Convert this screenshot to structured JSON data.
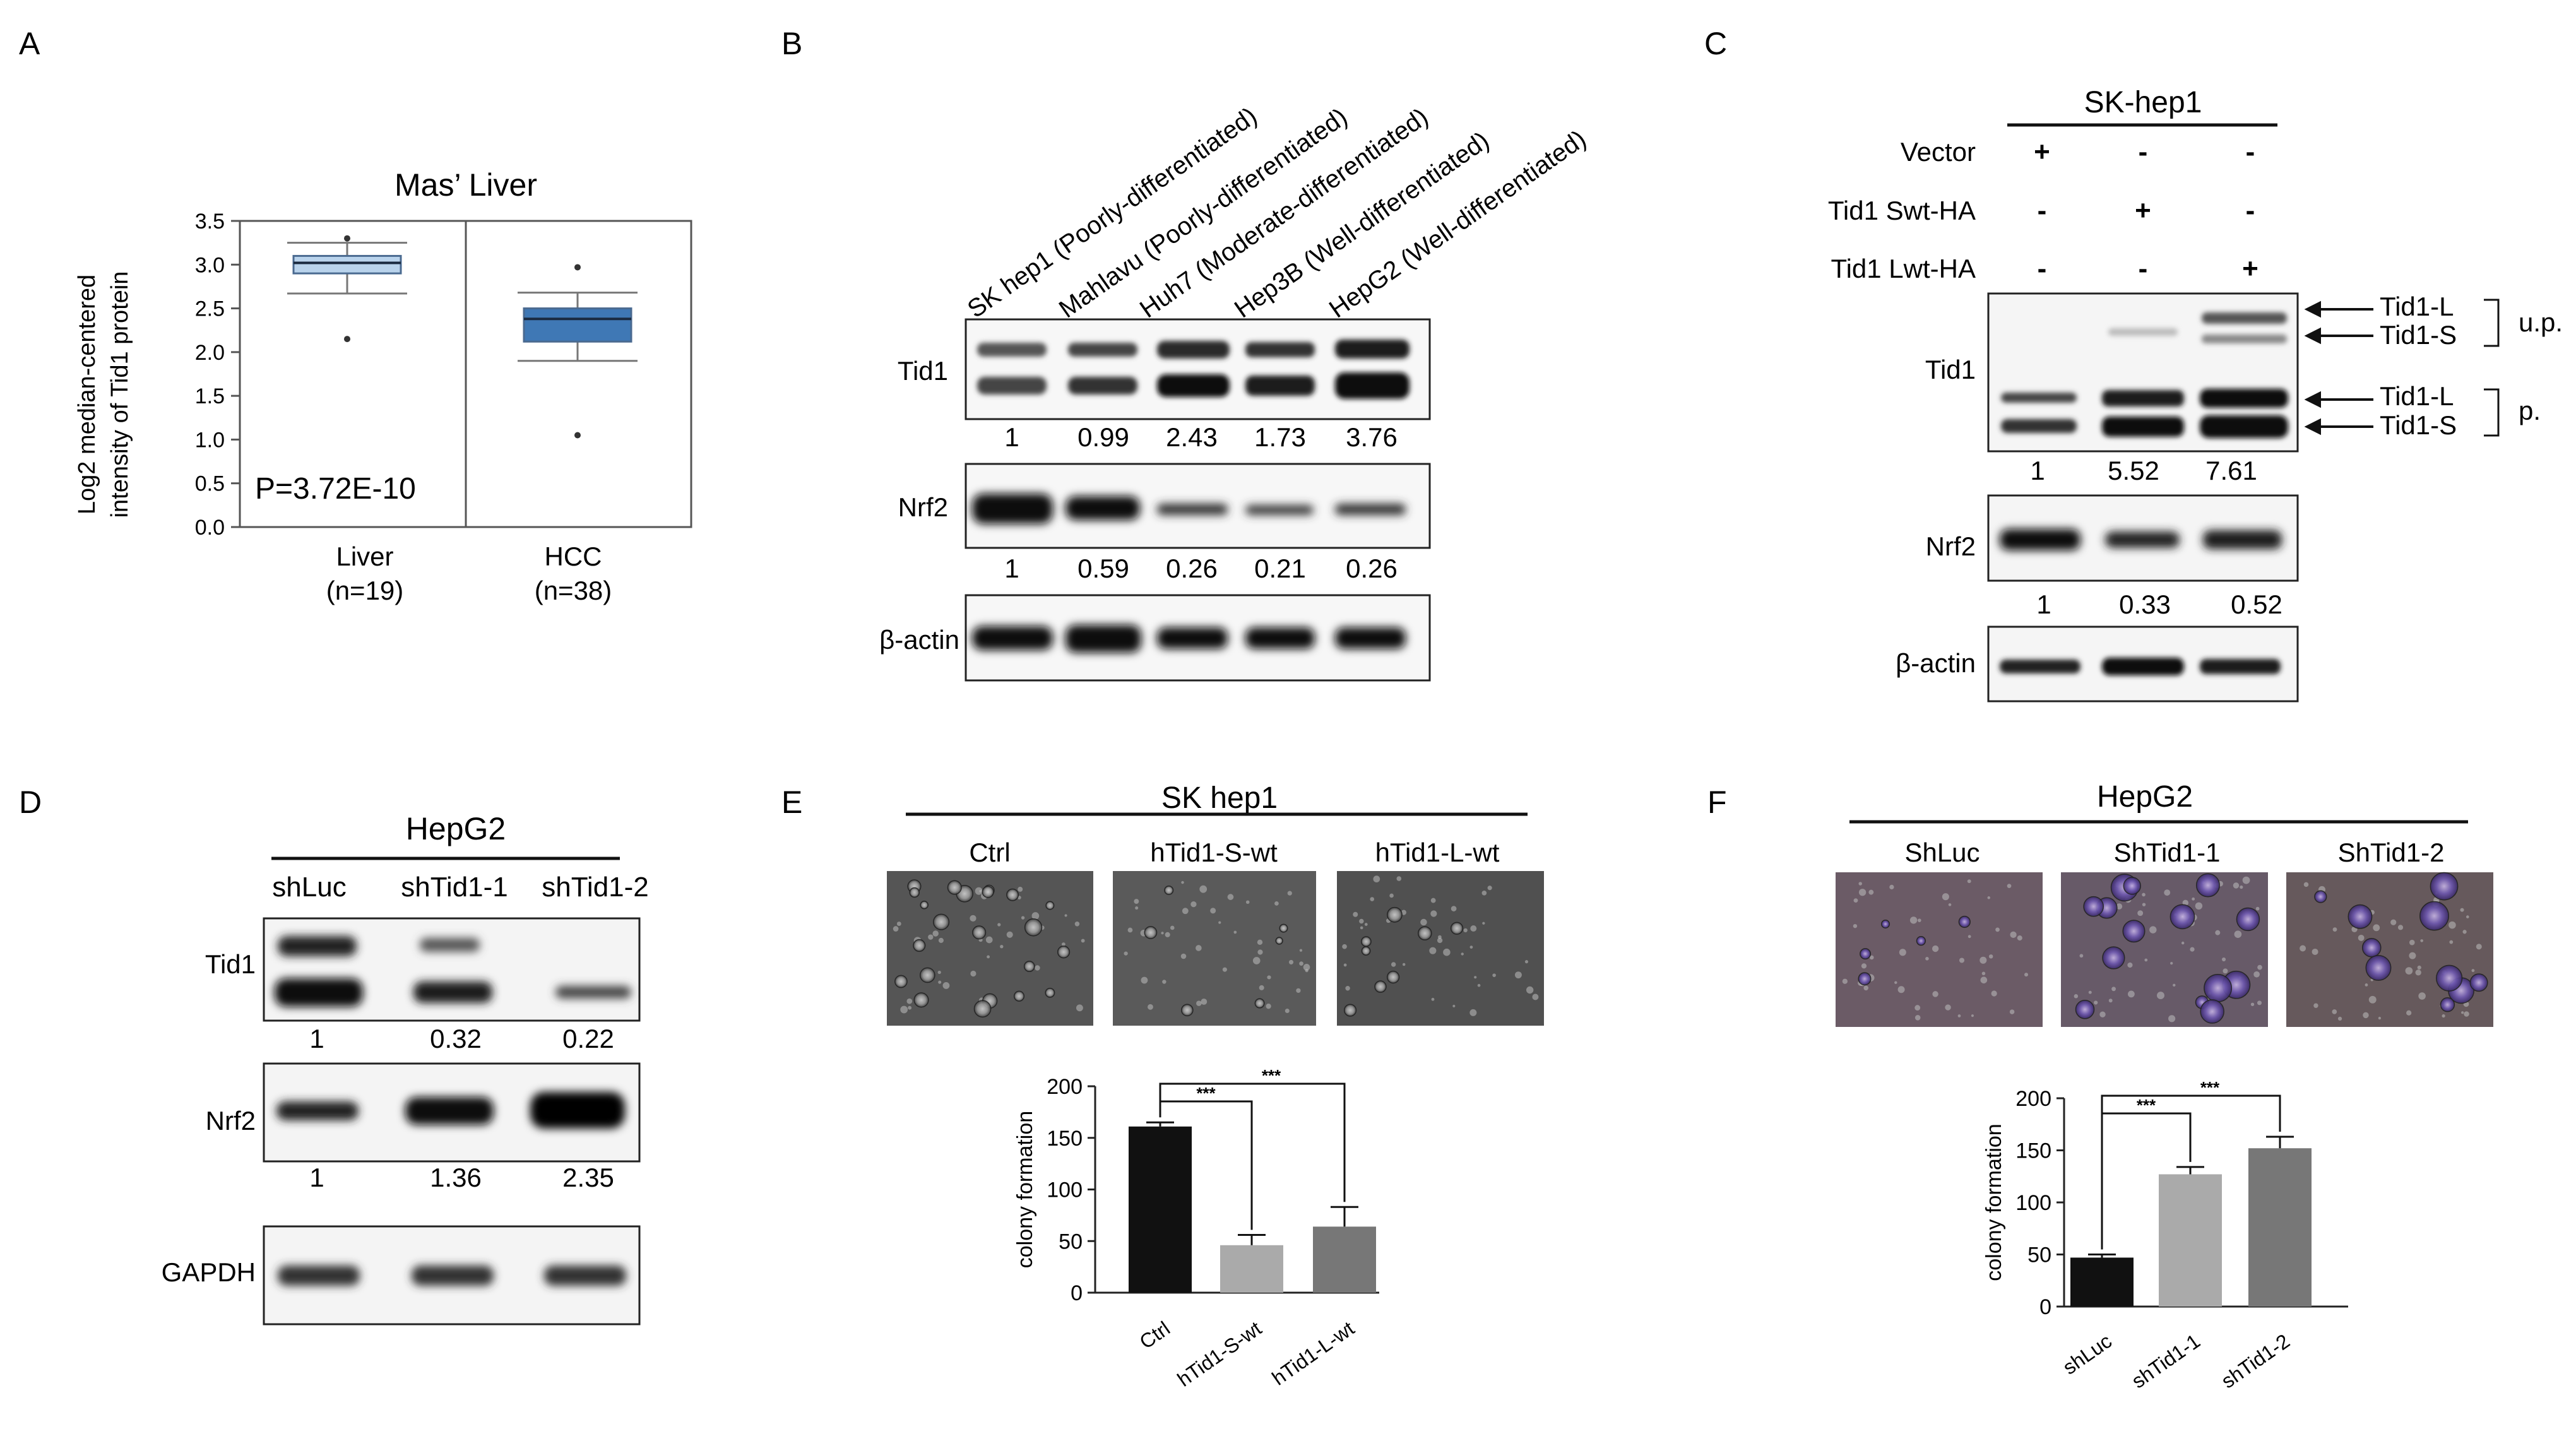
{
  "panels": {
    "A": {
      "letter": "A",
      "title": "Mas’ Liver",
      "ylabel_line1": "Log2 median-centered",
      "ylabel_line2": "intensity of Tid1 protein",
      "pvalue": "P=3.72E-10",
      "groups": [
        {
          "name": "Liver",
          "n": "(n=19)"
        },
        {
          "name": "HCC",
          "n": "(n=38)"
        }
      ]
    },
    "B": {
      "letter": "B",
      "cell_lines": [
        "SK hep1 (Poorly-differentiated)",
        "Mahlavu (Poorly-differentiated)",
        "Huh7 (Moderate-differentiated)",
        "Hep3B (Well-differentiated)",
        "HepG2 (Well-differentiated)"
      ],
      "blots": [
        {
          "label": "Tid1",
          "quant": [
            "1",
            "0.99",
            "2.43",
            "1.73",
            "3.76"
          ]
        },
        {
          "label": "Nrf2",
          "quant": [
            "1",
            "0.59",
            "0.26",
            "0.21",
            "0.26"
          ]
        },
        {
          "label": "β-actin",
          "quant": []
        }
      ]
    },
    "C": {
      "letter": "C",
      "header": "SK-hep1",
      "conditions": [
        {
          "label": "Vector",
          "signs": [
            "+",
            "-",
            "-"
          ]
        },
        {
          "label": "Tid1 Swt-HA",
          "signs": [
            "-",
            "+",
            "-"
          ]
        },
        {
          "label": "Tid1 Lwt-HA",
          "signs": [
            "-",
            "-",
            "+"
          ]
        }
      ],
      "blots": [
        {
          "label": "Tid1",
          "quant": [
            "1",
            "5.52",
            "7.61"
          ]
        },
        {
          "label": "Nrf2",
          "quant": [
            "1",
            "0.33",
            "0.52"
          ]
        },
        {
          "label": "β-actin",
          "quant": []
        }
      ],
      "arrows": {
        "l_up": "Tid1-L",
        "s_up": "Tid1-S",
        "l_p": "Tid1-L",
        "s_p": "Tid1-S",
        "up": "u.p.",
        "p": "p."
      }
    },
    "D": {
      "letter": "D",
      "header": "HepG2",
      "lanes": [
        "shLuc",
        "shTid1-1",
        "shTid1-2"
      ],
      "blots": [
        {
          "label": "Tid1",
          "quant": [
            "1",
            "0.32",
            "0.22"
          ]
        },
        {
          "label": "Nrf2",
          "quant": [
            "1",
            "1.36",
            "2.35"
          ]
        },
        {
          "label": "GAPDH",
          "quant": []
        }
      ]
    },
    "E": {
      "letter": "E",
      "header": "SK hep1",
      "images": [
        "Ctrl",
        "hTid1-S-wt",
        "hTid1-L-wt"
      ],
      "sig": [
        "***",
        "***"
      ]
    },
    "F": {
      "letter": "F",
      "header": "HepG2",
      "images": [
        "ShLuc",
        "ShTid1-1",
        "ShTid1-2"
      ],
      "sig": [
        "***",
        "***"
      ]
    }
  },
  "chart_data": [
    {
      "type": "box",
      "title": "Mas’ Liver",
      "categories": [
        "Liver (n=19)",
        "HCC (n=38)"
      ],
      "ylabel": "Log2 median-centered intensity of Tid1 protein",
      "ylim": [
        0,
        3.5
      ],
      "yticks": [
        0.0,
        0.5,
        1.0,
        1.5,
        2.0,
        2.5,
        3.0,
        3.5
      ],
      "ytick_labels": [
        "0.0",
        "0.5",
        "1.0",
        "1.5",
        "2.0",
        "2.5",
        "3.0",
        "3.5"
      ],
      "boxes": [
        {
          "name": "Liver",
          "min": 2.67,
          "q1": 2.9,
          "median": 3.02,
          "q3": 3.1,
          "max": 3.25,
          "outliers": [
            3.3,
            2.15
          ],
          "color": "#b9d3ec"
        },
        {
          "name": "HCC",
          "min": 1.9,
          "q1": 2.12,
          "median": 2.38,
          "q3": 2.5,
          "max": 2.68,
          "outliers": [
            2.97,
            1.05
          ],
          "color": "#3f78b5"
        }
      ]
    },
    {
      "type": "bar",
      "categories": [
        "Ctrl",
        "hTid1-S-wt",
        "hTid1-L-wt"
      ],
      "values": [
        161,
        46,
        64
      ],
      "errors": [
        4,
        10,
        19
      ],
      "colors": [
        "#111111",
        "#aaaaaa",
        "#777777"
      ],
      "ylabel": "colony formation",
      "ylim": [
        0,
        200
      ],
      "yticks": [
        0,
        50,
        100,
        150,
        200
      ]
    },
    {
      "type": "bar",
      "categories": [
        "shLuc",
        "shTid1-1",
        "shTid1-2"
      ],
      "values": [
        47,
        127,
        152
      ],
      "errors": [
        3,
        7,
        11
      ],
      "colors": [
        "#111111",
        "#aaaaaa",
        "#777777"
      ],
      "ylabel": "colony formation",
      "ylim": [
        0,
        200
      ],
      "yticks": [
        0,
        50,
        100,
        150,
        200
      ]
    }
  ]
}
